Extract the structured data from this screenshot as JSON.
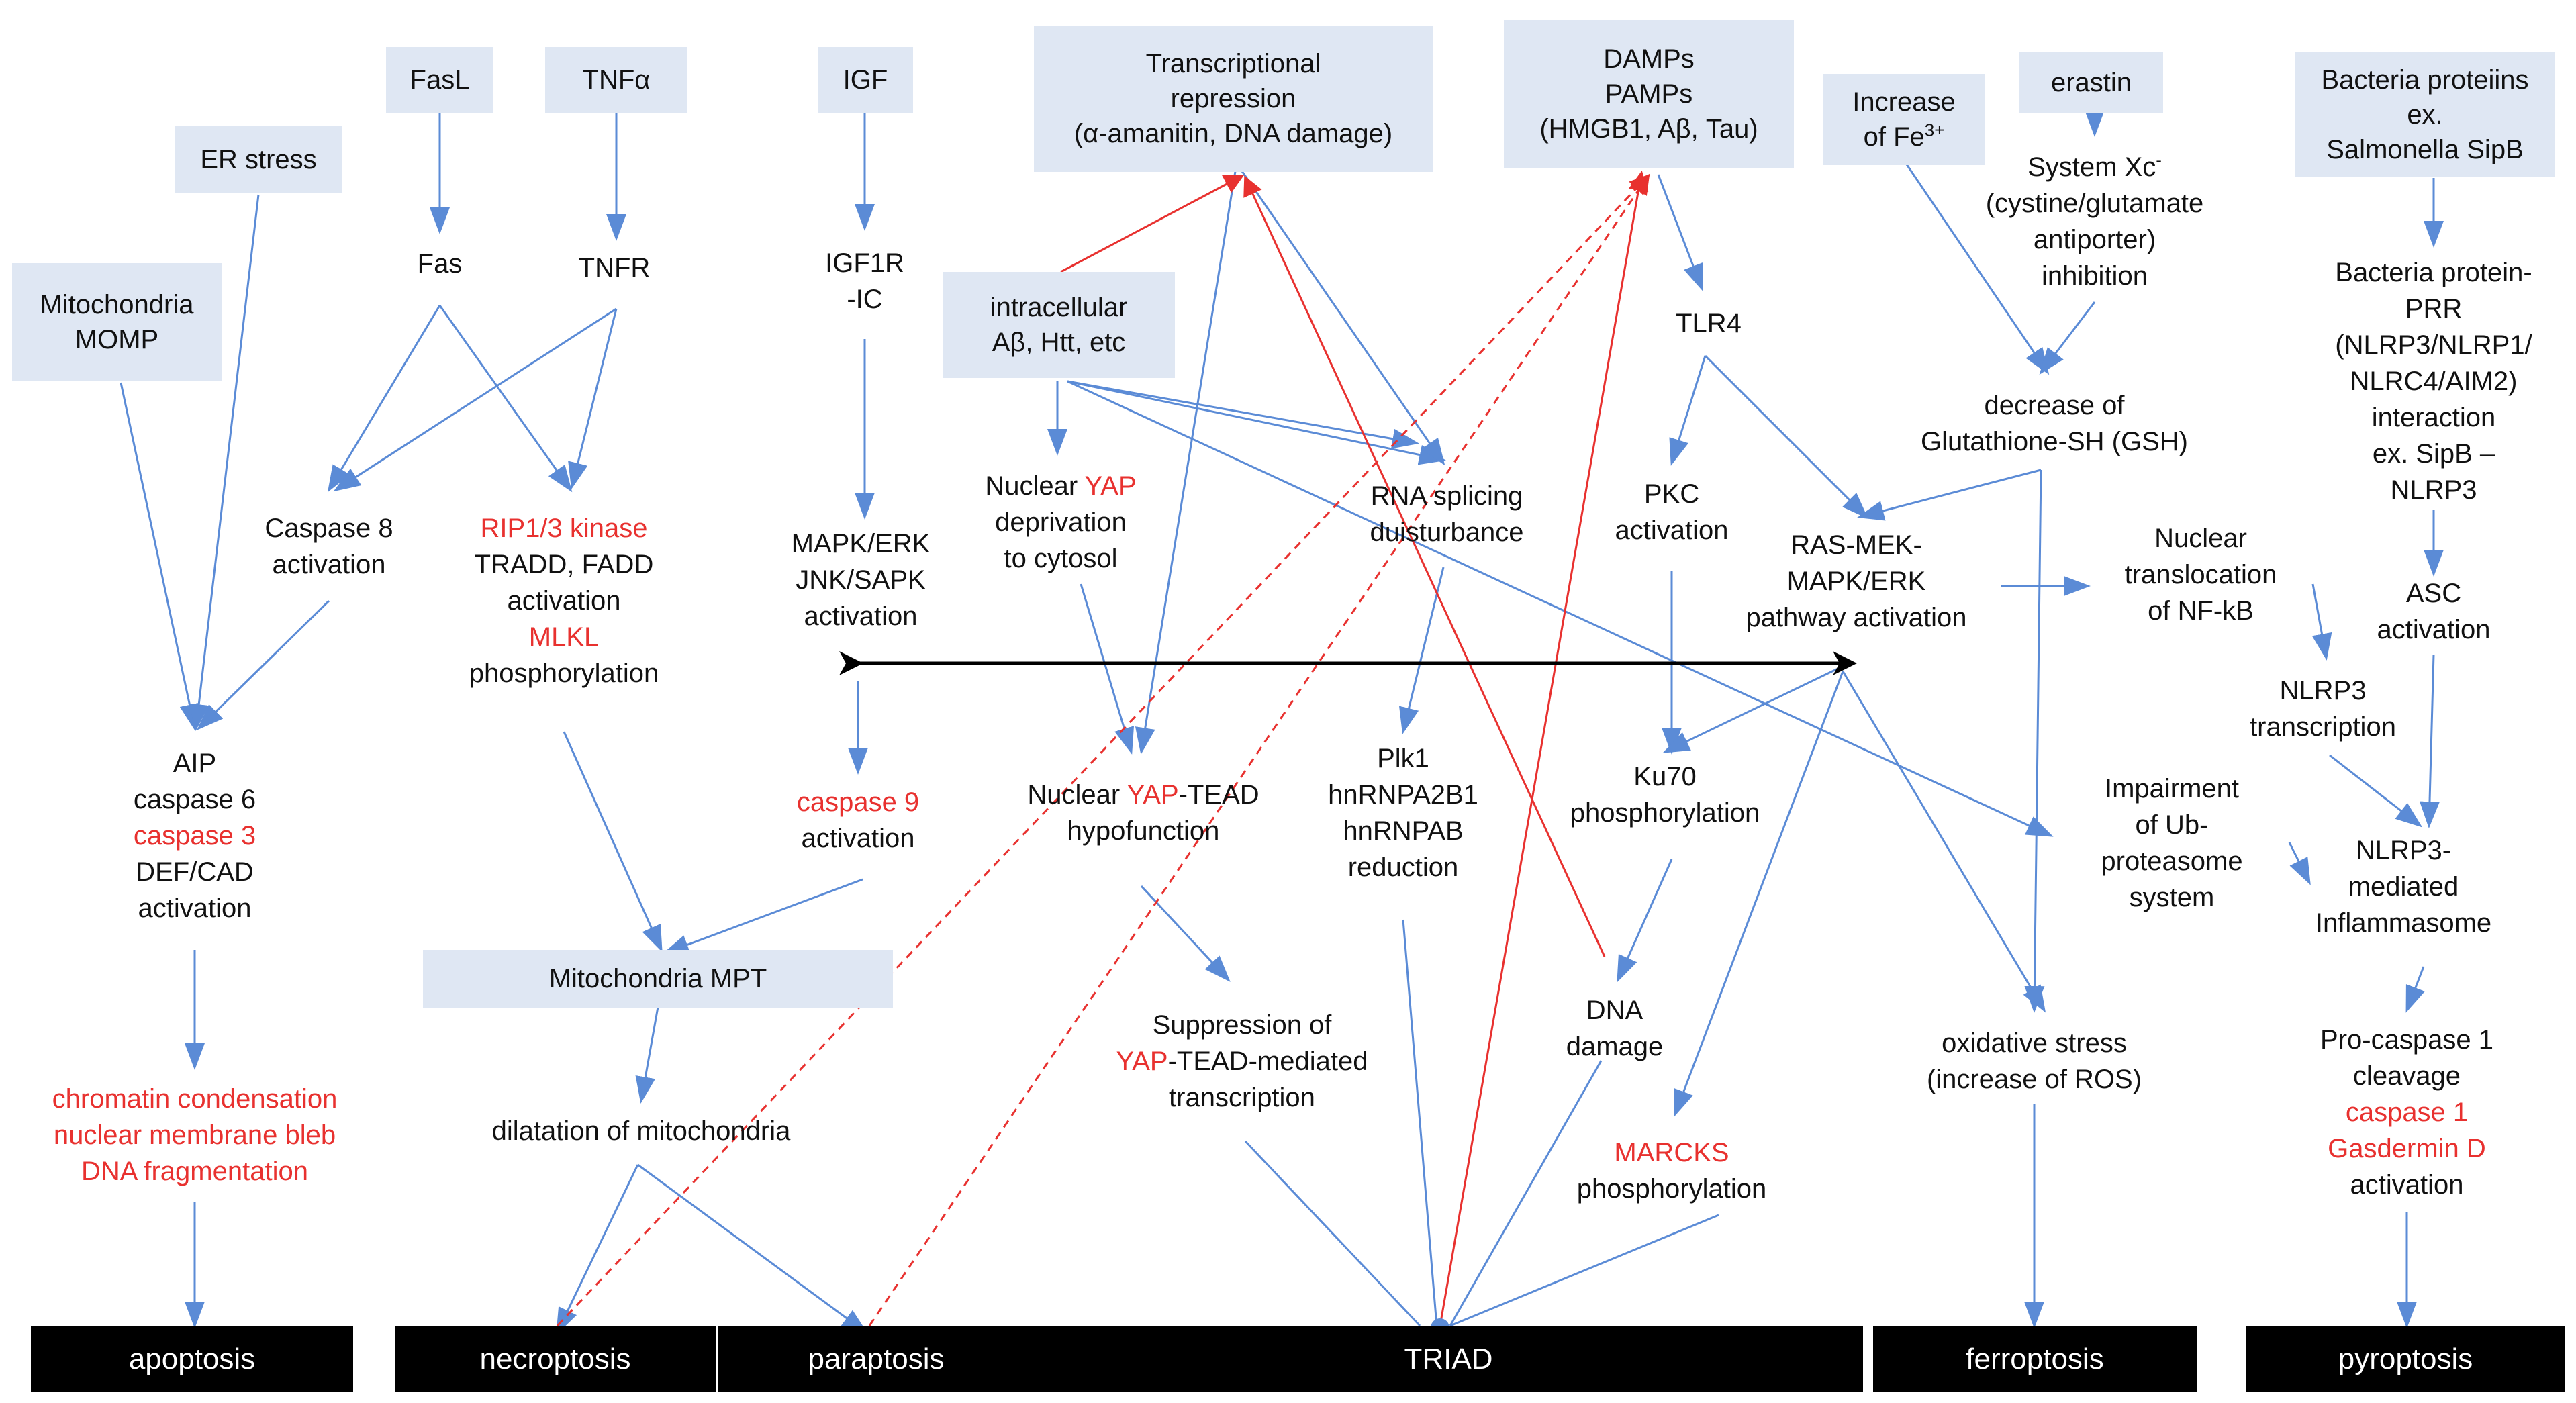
{
  "inputs": {
    "er_stress": "ER stress",
    "mito_momp": [
      "Mitochondria",
      "MOMP"
    ],
    "fasl": "FasL",
    "tnfa": "TNFα",
    "igf": "IGF",
    "transcriptional": [
      "Transcriptional",
      "repression",
      "(α-amanitin, DNA damage)"
    ],
    "damps": [
      "DAMPs",
      "PAMPs",
      "(HMGB1, Aβ, Tau)"
    ],
    "increase_fe": [
      "Increase",
      "of Fe",
      "3+"
    ],
    "erastin": "erastin",
    "bacteria": [
      "Bacteria proteiins",
      "ex.",
      "Salmonella SipB"
    ],
    "intracellular": [
      "intracellular",
      "Aβ, Htt, etc"
    ],
    "mito_mpt": "Mitochondria  MPT"
  },
  "nodes": {
    "fas": "Fas",
    "tnfr": "TNFR",
    "igf1r": [
      "IGF1R",
      "-IC"
    ],
    "caspase8": [
      "Caspase 8",
      "activation"
    ],
    "rip": {
      "red1": "RIP1/3 kinase",
      "line2": "TRADD, FADD",
      "line3": "activation",
      "red4": "MLKL",
      "line5": "phosphorylation"
    },
    "mapk_left": [
      "MAPK/ERK",
      "JNK/SAPK",
      "activation"
    ],
    "aip": {
      "line1": "AIP",
      "line2": "caspase 6",
      "red3": "caspase 3",
      "line4": "DEF/CAD",
      "line5": "activation"
    },
    "chromatin": [
      "chromatin condensation",
      "nuclear membrane bleb",
      "DNA fragmentation"
    ],
    "caspase9": {
      "red1": "caspase 9",
      "line2": "activation"
    },
    "nuclear_yap": {
      "pre": "Nuclear ",
      "red": "YAP",
      "line2": "deprivation",
      "line3": "to cytosol"
    },
    "rna_splicing": [
      "RNA splicing",
      "duisturbance"
    ],
    "tlr4": "TLR4",
    "pkc": [
      "PKC",
      "activation"
    ],
    "ras_mek": [
      "RAS-MEK-",
      "MAPK/ERK",
      "pathway activation"
    ],
    "system_xc": {
      "line1": "System Xc",
      "sup": "-",
      "line2": "(cystine/glutamate",
      "line3": "antiporter)",
      "line4": "inhibition"
    },
    "gsh": [
      "decrease of",
      "Glutathione-SH (GSH)"
    ],
    "nfkb": [
      "Nuclear",
      "translocation",
      "of NF-kB"
    ],
    "bacteria_prr": [
      "Bacteria protein-",
      "PRR",
      "(NLRP3/NLRP1/",
      "NLRC4/AIM2)",
      "interaction",
      "ex. SipB –",
      "NLRP3"
    ],
    "asc": [
      "ASC",
      "activation"
    ],
    "nlrp3_trans": [
      "NLRP3",
      "transcription"
    ],
    "yap_tead": {
      "pre": "Nuclear ",
      "red": "YAP",
      "post": "-TEAD",
      "line2": "hypofunction"
    },
    "plk1": [
      "Plk1",
      "hnRNPA2B1",
      "hnRNPAB",
      "reduction"
    ],
    "ku70": [
      "Ku70",
      "phosphorylation"
    ],
    "ub": [
      "Impairment",
      "of Ub-",
      "proteasome",
      "system"
    ],
    "nlrp3_inflam": [
      "NLRP3-",
      "mediated",
      "Inflammasome"
    ],
    "dilatation": "dilatation of mitochondria",
    "suppression": {
      "line1": "Suppression of",
      "red": "YAP",
      "post": "-TEAD-mediated",
      "line3": "transcription"
    },
    "dna_damage": [
      "DNA",
      "damage"
    ],
    "oxidative": [
      "oxidative stress",
      "(increase of ROS)"
    ],
    "procaspase": {
      "line1": "Pro-caspase 1",
      "line2": "cleavage",
      "red3": "caspase 1",
      "red4": "Gasdermin D",
      "line5": "activation"
    },
    "marcks": {
      "red1": "MARCKS",
      "line2": "phosphorylation"
    }
  },
  "outcomes": {
    "apoptosis": "apoptosis",
    "necroptosis": "necroptosis",
    "paraptosis": "paraptosis",
    "triad": "TRIAD",
    "ferroptosis": "ferroptosis",
    "pyroptosis": "pyroptosis"
  },
  "colors": {
    "box_fill": "#dfe7f3",
    "arrow_blue": "#5b8bd6",
    "arrow_red": "#e8312f",
    "text_red": "#e8312f",
    "outcome_fill": "#000000"
  }
}
